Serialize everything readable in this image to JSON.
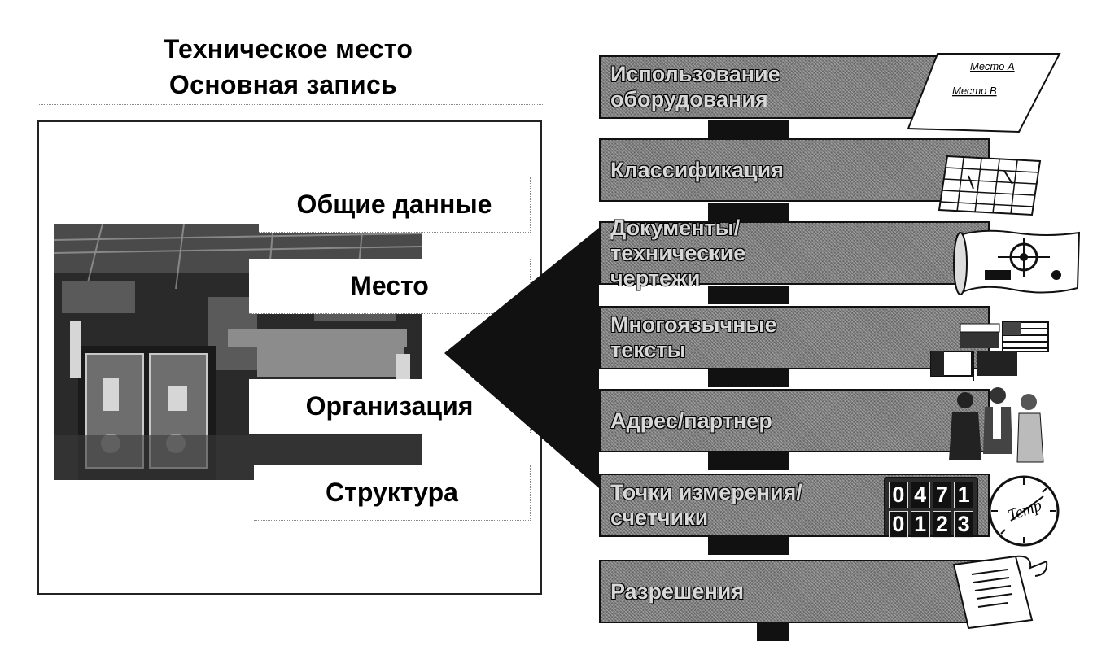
{
  "header": {
    "title_line1": "Техническое место",
    "title_line2": "Основная запись"
  },
  "tabs": {
    "general": "Общие данные",
    "location": "Место",
    "organization": "Организация",
    "structure": "Структура"
  },
  "features": [
    {
      "label_line1": "Использование",
      "label_line2": "оборудования"
    },
    {
      "label_line1": "Классификация",
      "label_line2": ""
    },
    {
      "label_line1": "Документы/технические",
      "label_line2": "чертежи"
    },
    {
      "label_line1": "Многоязычные тексты",
      "label_line2": ""
    },
    {
      "label_line1": "Адрес/партнер",
      "label_line2": ""
    },
    {
      "label_line1": "Точки измерения/",
      "label_line2": "счетчики"
    },
    {
      "label_line1": "Разрешения",
      "label_line2": ""
    }
  ],
  "usage_card": {
    "place_a": "Место A",
    "place_b": "Место B"
  },
  "counter": {
    "row1": [
      "0",
      "4",
      "7",
      "1"
    ],
    "row2": [
      "0",
      "1",
      "2",
      "3"
    ]
  },
  "gauge": {
    "label": "Temp"
  },
  "colors": {
    "bar_fill": "#7e7e7e",
    "bar_text": "#d8d8d8",
    "connector": "#111111"
  }
}
